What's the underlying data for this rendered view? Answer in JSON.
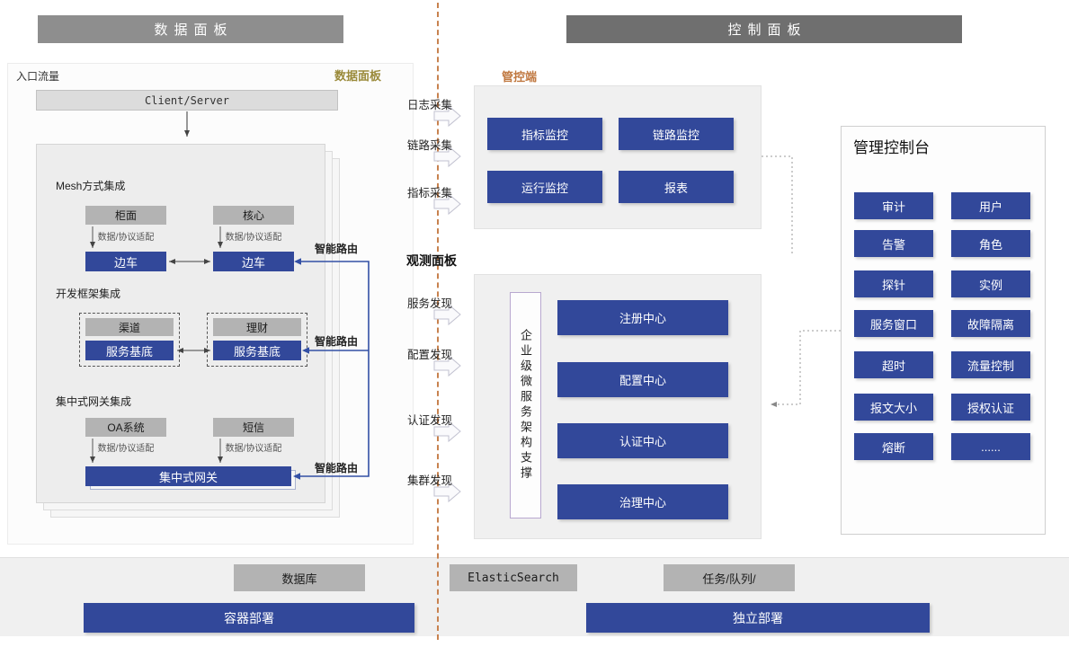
{
  "colors": {
    "blue": "#32489a",
    "gray_box": "#b3b3b3",
    "panel_bg": "#f0f0f0",
    "header_left_bg": "#8e8e8e",
    "header_right_bg": "#6f6f6f",
    "gold_text": "#9a8a3a",
    "orange_text": "#c07840",
    "divider": "#c8824f",
    "line_blue": "#3350a5"
  },
  "headers": {
    "left": "数据面板",
    "right": "控制面板"
  },
  "data_panel": {
    "entry_label": "入口流量",
    "corner_label": "数据面板",
    "client_server": "Client/Server",
    "smart_route_label": "智能路由",
    "mesh": {
      "title": "Mesh方式集成",
      "top_boxes": [
        "柜面",
        "核心"
      ],
      "adapter_label": "数据/协议适配",
      "bottom_boxes": [
        "边车",
        "边车"
      ]
    },
    "framework": {
      "title": "开发框架集成",
      "groups": [
        {
          "top": "渠道",
          "bottom": "服务基底"
        },
        {
          "top": "理财",
          "bottom": "服务基底"
        }
      ]
    },
    "gateway": {
      "title": "集中式网关集成",
      "top_boxes": [
        "OA系统",
        "短信"
      ],
      "adapter_label": "数据/协议适配",
      "gateway_box": "集中式网关"
    }
  },
  "flow_labels": {
    "collect": [
      "日志采集",
      "链路采集",
      "指标采集"
    ],
    "observe_title": "观测面板",
    "discover": [
      "服务发现",
      "配置发现",
      "认证发现",
      "集群发现"
    ]
  },
  "control_top": {
    "label": "管控端",
    "buttons": [
      "指标监控",
      "链路监控",
      "运行监控",
      "报表"
    ]
  },
  "control_mid": {
    "vertical_label": "企业级微服务架构支撑",
    "centers": [
      "注册中心",
      "配置中心",
      "认证中心",
      "治理中心"
    ]
  },
  "console": {
    "title": "管理控制台",
    "buttons": [
      "审计",
      "用户",
      "告警",
      "角色",
      "探针",
      "实例",
      "服务窗口",
      "故障隔离",
      "超时",
      "流量控制",
      "报文大小",
      "授权认证",
      "熔断",
      "......"
    ]
  },
  "bottom": {
    "gray_boxes": [
      "数据库",
      "ElasticSearch",
      "任务/队列/"
    ],
    "blue_boxes": [
      "容器部署",
      "独立部署"
    ]
  }
}
